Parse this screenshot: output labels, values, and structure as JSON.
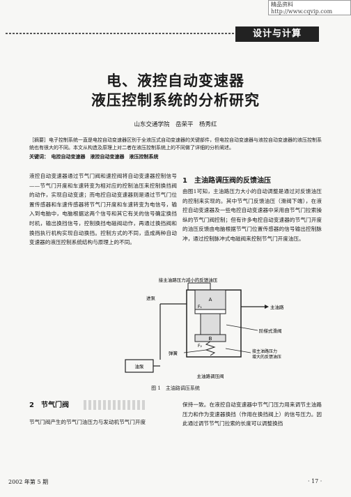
{
  "watermark": "精品资料 http://www.cqvip.com",
  "section_tag": "设计与计算",
  "title": {
    "line1": "电、液控自动变速器",
    "line2": "液压控制系统的分析研究"
  },
  "authors": "山东交通学院　岳荣平　杨秀红",
  "abstract": "［摘要］电子控制系统一直是电控自动变速器区别于全液压式自动变速器的关键部件，但电控自动变速器与液控自动变速器的液压控制系统也有很大的不同。本文从构造及原理上对二者在液压控制系统上的不同做了详细的分析阐述。",
  "keywords": "关键词：　电控自动变速器　液控自动变速器　液压控制系统",
  "intro_paragraph": "液控自动变速器通过节气门阀和速控阀将自动变速器控制信号——节气门开度和车速转变为相对应的控制油压来控制换挡阀的动作，实现自动变速；而电控自动变速器则是通过节气门位置传感器和车速传感器将节气门开度和车速转变为电信号，输入到电脑中，电脑根据这两个信号和其它有关的信号确定换挡时机，输出换挡信号，控制换挡电磁阀动作，再通过换挡阀和换挡执行机构实现自动换挡。控制方式的不同，造成两种自动变速器的液压控制系统结构与原理上的不同。",
  "section1": {
    "heading": "1　主油路调压阀的反馈油压",
    "body": "由图1可知，主油路压力大小的自动调整是通过对反馈油压的控制来实现的。其中节气门反馈油压（滑阀下端），在液控自动变速器及一些电控自动变速器中采用由节气门拉索操纵的节气门阀控制；但有许多电控自动变速器的节气门开度的油压反馈由电脑根据节气门位置传感器的信号输出控制脉冲，通过控制脉冲式电磁阀来控制节气门开度油压。"
  },
  "figure": {
    "label_top": "接主油路压力减小的反馈油压",
    "label_inlet": "进泵",
    "label_A": "A",
    "label_F1": "F₁",
    "label_main": "主油路",
    "label_spool": "阶梯式滑阀",
    "label_B": "B",
    "label_F2": "F₂",
    "label_spring": "弹簧",
    "label_increase_1": "接主油路压力",
    "label_increase_2": "增大的反馈油压",
    "label_pump": "油泵",
    "label_bottom": "主油路调压阀",
    "caption": "图 1　主油路调压系统"
  },
  "section2": {
    "heading": "2　节气门阀",
    "body": "节气门阀产生的节气门油压力与发动机节气门开度"
  },
  "continued_right": "保持一致。在液控自动变速器中节气门压力用来调节主油路压力和作为变速器换挡（作用在换挡阀上）的信号压力。因此通过调节节气门拉索的长度可以调整换挡",
  "footer": {
    "issue": "2002 年第 5 期",
    "page": "· 17 ·"
  }
}
